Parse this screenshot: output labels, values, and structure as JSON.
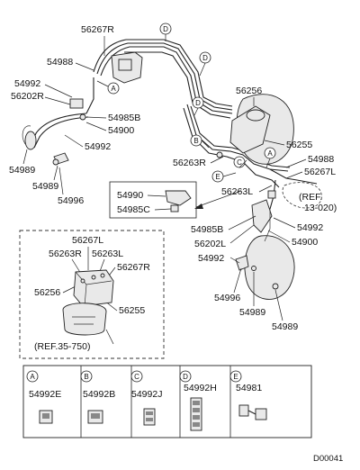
{
  "top_labels": {
    "p56267R": "56267R",
    "p54988_top": "54988",
    "p54992_left": "54992",
    "p56202R": "56202R",
    "p54985B_left": "54985B",
    "p54900_left": "54900",
    "p54992_mid": "54992",
    "p54989_left": "54989",
    "p54989_left2": "54989",
    "p54996_left": "54996",
    "p56256": "56256",
    "p56255": "56255",
    "p54988_right": "54988",
    "p56263R": "56263R",
    "p56267L": "56267L",
    "p54990": "54990",
    "p54985C": "54985C",
    "p56263L": "56263L",
    "ref_13020": "(REF.",
    "ref_13020b": "13-020)",
    "p54985B_right": "54985B",
    "p54992_right": "54992",
    "p56202L": "56202L",
    "p54900_right": "54900",
    "p54992_lower": "54992",
    "p54996_right": "54996",
    "p54989_right": "54989",
    "p54989_right2": "54989"
  },
  "inset_labels": {
    "p56267L": "56267L",
    "p56263R": "56263R",
    "p56263L": "56263L",
    "p56267R": "56267R",
    "p56256": "56256",
    "p56255": "56255",
    "ref_35750": "(REF.35-750)"
  },
  "callouts": {
    "A": "A",
    "B": "B",
    "C": "C",
    "D": "D",
    "E": "E"
  },
  "clip_table": [
    {
      "letter": "A",
      "part": "54992E"
    },
    {
      "letter": "B",
      "part": "54992B"
    },
    {
      "letter": "C",
      "part": "54992J"
    },
    {
      "letter": "D",
      "part": "54992H"
    },
    {
      "letter": "E",
      "part": "54981"
    }
  ],
  "footer_code": "D00041"
}
